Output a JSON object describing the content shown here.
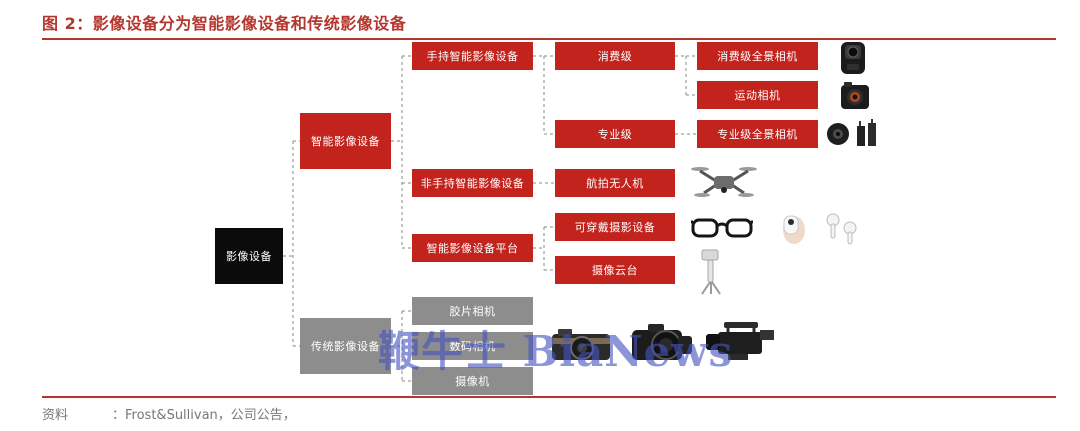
{
  "title": "图 2：影像设备分为智能影像设备和传统影像设备",
  "nodes": {
    "root": "影像设备",
    "smart": "智能影像设备",
    "traditional": "传统影像设备",
    "handheld": "手持智能影像设备",
    "non_handheld": "非手持智能影像设备",
    "platform": "智能影像设备平台",
    "consumer": "消费级",
    "professional": "专业级",
    "drone": "航拍无人机",
    "wearable": "可穿戴摄影设备",
    "gimbal": "摄像云台",
    "consumer_pano": "消费级全景相机",
    "action_cam": "运动相机",
    "pro_pano": "专业级全景相机",
    "film_camera": "胶片相机",
    "digital_camera": "数码相机",
    "camcorder": "摄像机"
  },
  "watermark": "鞭牛士 BiaNews",
  "source": {
    "label": "资料",
    "text": "：Frost&Sullivan，公司公告，"
  },
  "colors": {
    "accent": "#b3372e",
    "red_box": "#c2231d",
    "gray_box": "#8d8d8d",
    "black_box": "#0b0b0b"
  }
}
